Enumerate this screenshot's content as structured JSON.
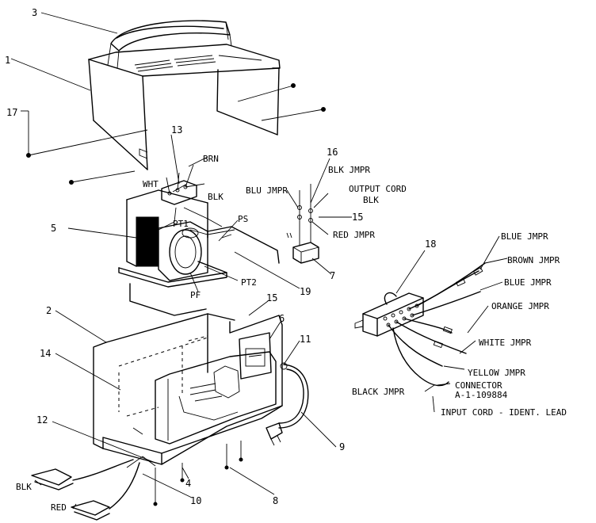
{
  "callouts": {
    "n1": "1",
    "n2": "2",
    "n3": "3",
    "n4": "4",
    "n5": "5",
    "n6": "6",
    "n7": "7",
    "n8": "8",
    "n9": "9",
    "n10": "10",
    "n11": "11",
    "n12": "12",
    "n13": "13",
    "n14": "14",
    "n15a": "15",
    "n15b": "15",
    "n16": "16",
    "n17": "17",
    "n18": "18",
    "n19": "19"
  },
  "wire_labels": {
    "brn": "BRN",
    "wht": "WHT",
    "blk": "BLK",
    "blu_jmpr": "BLU JMPR",
    "blk_jmpr": "BLK JMPR",
    "output_cord_1": "OUTPUT CORD",
    "output_cord_2": "BLK",
    "red_jmpr": "RED JMPR",
    "pt1": "PT1",
    "pt2": "PT2",
    "ps": "PS",
    "pf": "PF",
    "lead_blk": "BLK",
    "lead_red": "RED"
  },
  "connector_labels": {
    "blue_jmpr_1": "BLUE JMPR",
    "brown_jmpr": "BROWN JMPR",
    "blue_jmpr_2": "BLUE JMPR",
    "orange_jmpr": "ORANGE JMPR",
    "white_jmpr": "WHITE JMPR",
    "yellow_jmpr": "YELLOW JMPR",
    "black_jmpr": "BLACK JMPR",
    "connector": "CONNECTOR",
    "connector_part": "A-1-109884",
    "input_cord": "INPUT CORD - IDENT. LEAD"
  }
}
